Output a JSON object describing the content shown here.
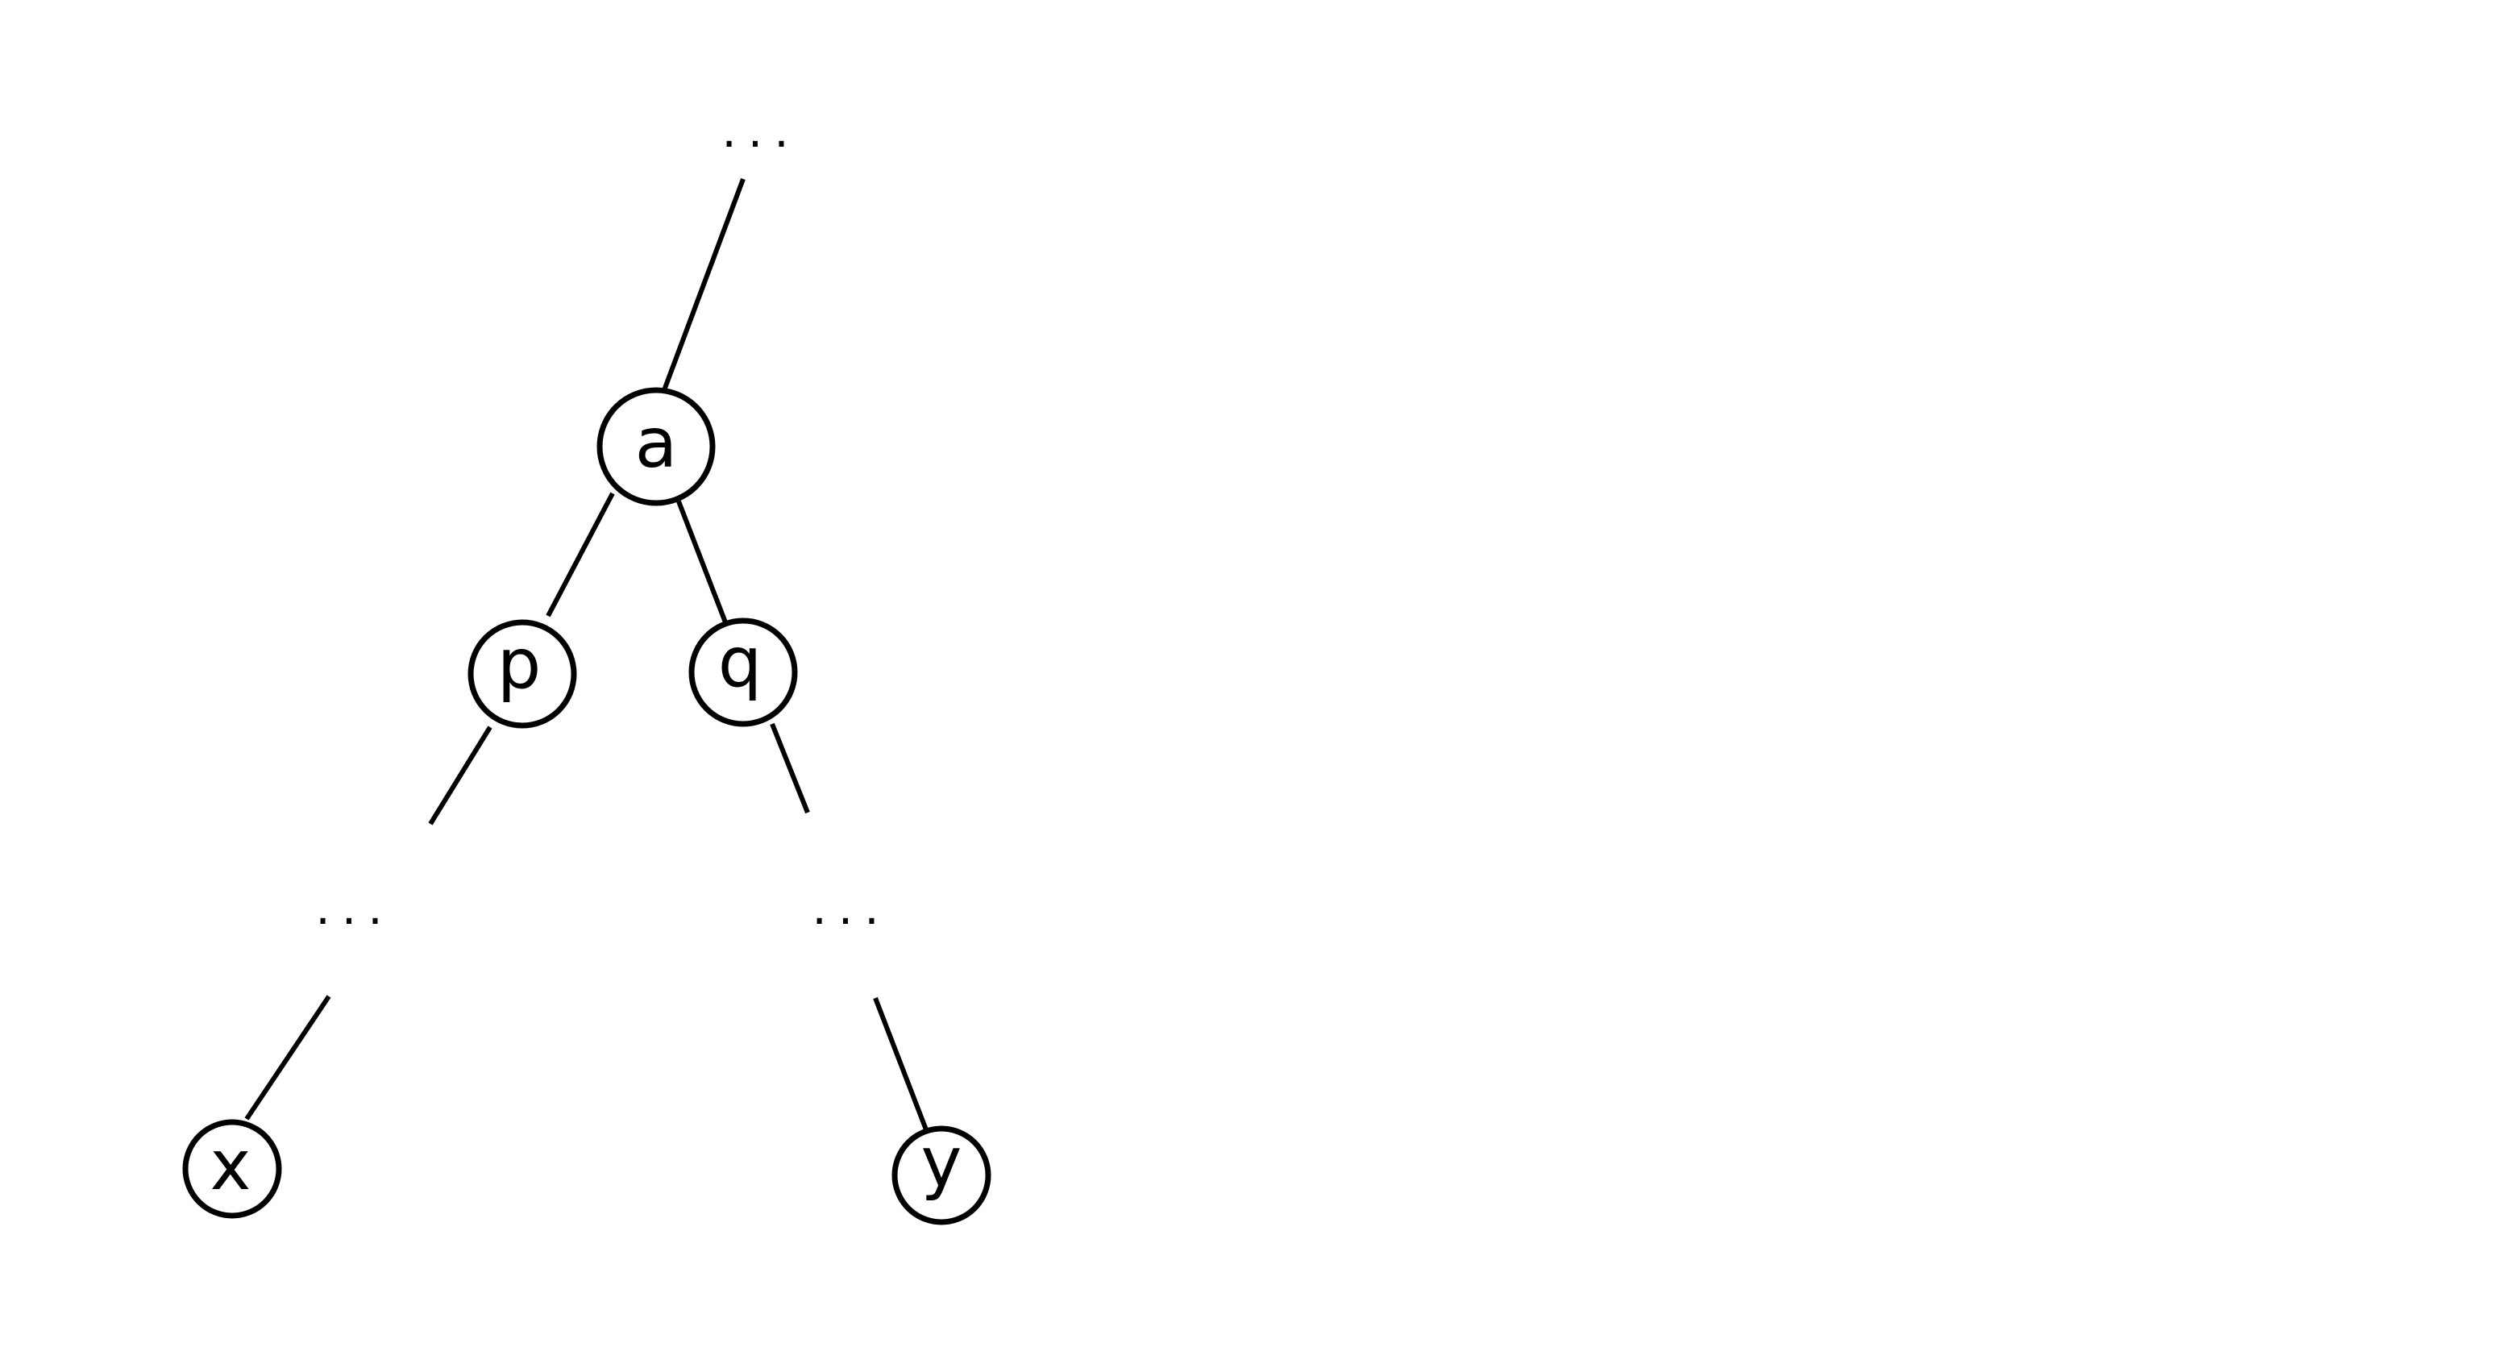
{
  "diagram": {
    "nodes": {
      "a": {
        "label": "a"
      },
      "p": {
        "label": "p"
      },
      "q": {
        "label": "q"
      },
      "x": {
        "label": "x"
      },
      "y": {
        "label": "y"
      }
    },
    "ellipses": {
      "top": "...",
      "left_gap": "...",
      "right_gap": "..."
    },
    "edges": [
      {
        "from": "top-ellipsis",
        "to": "a"
      },
      {
        "from": "a",
        "to": "p"
      },
      {
        "from": "a",
        "to": "q"
      },
      {
        "from": "p",
        "to": "left-ellipsis"
      },
      {
        "from": "q",
        "to": "right-ellipsis"
      },
      {
        "from": "left-ellipsis",
        "to": "x"
      },
      {
        "from": "right-ellipsis",
        "to": "y"
      }
    ],
    "colors": {
      "line": "#000000",
      "node_fill": "#ffffff",
      "background": "#ffffff"
    }
  }
}
